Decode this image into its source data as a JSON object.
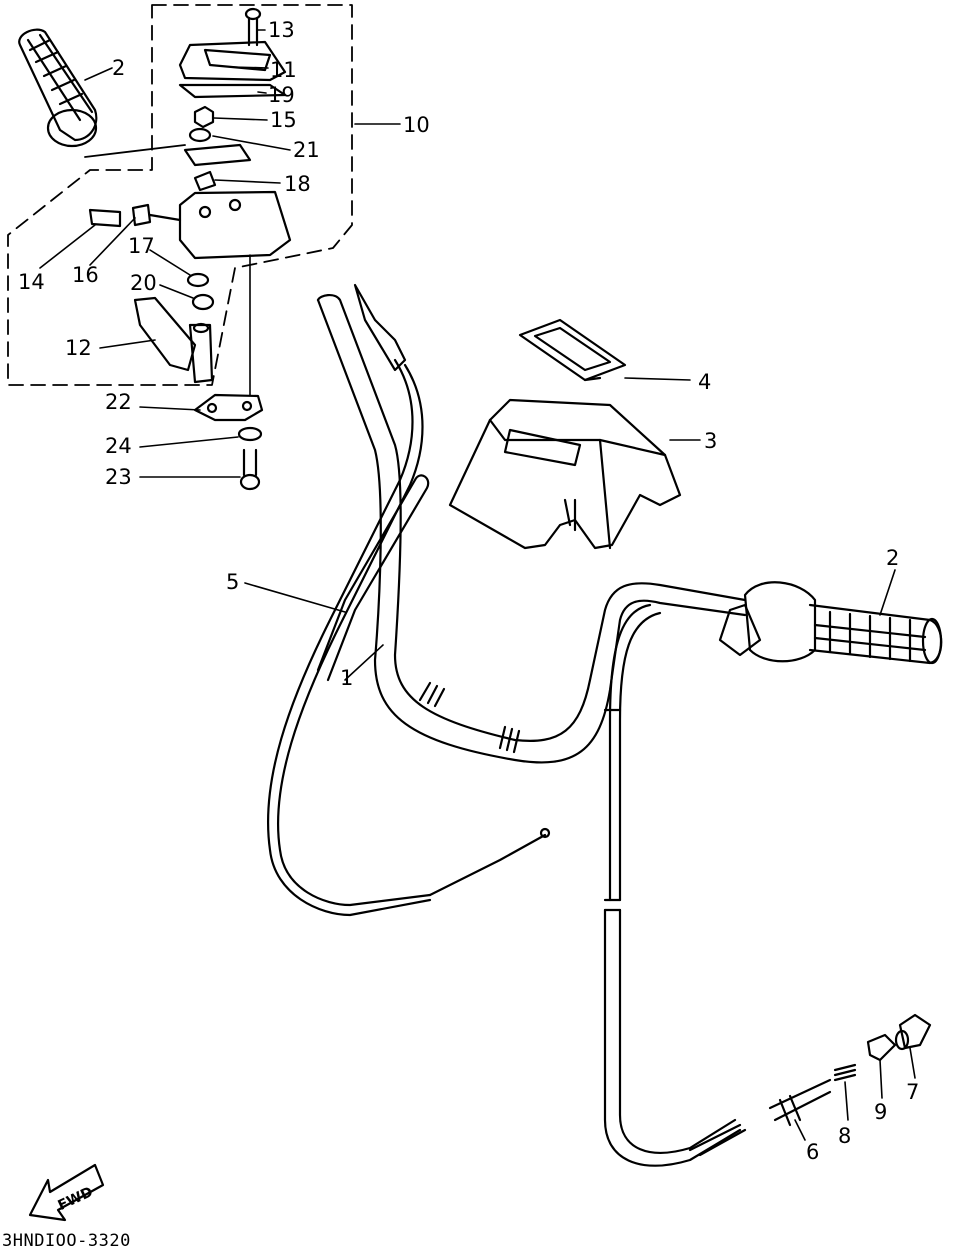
{
  "diagram_code": "3HNDIOO-3320",
  "fwd_label": "FWD",
  "callouts": {
    "c1": "1",
    "c2a": "2",
    "c2b": "2",
    "c3": "3",
    "c4": "4",
    "c5": "5",
    "c6": "6",
    "c7": "7",
    "c8": "8",
    "c9": "9",
    "c10": "10",
    "c11": "11",
    "c12": "12",
    "c13": "13",
    "c14": "14",
    "c15": "15",
    "c16": "16",
    "c17": "17",
    "c18": "18",
    "c19": "19",
    "c20": "20",
    "c21": "21",
    "c22": "22",
    "c23": "23",
    "c24": "24"
  }
}
